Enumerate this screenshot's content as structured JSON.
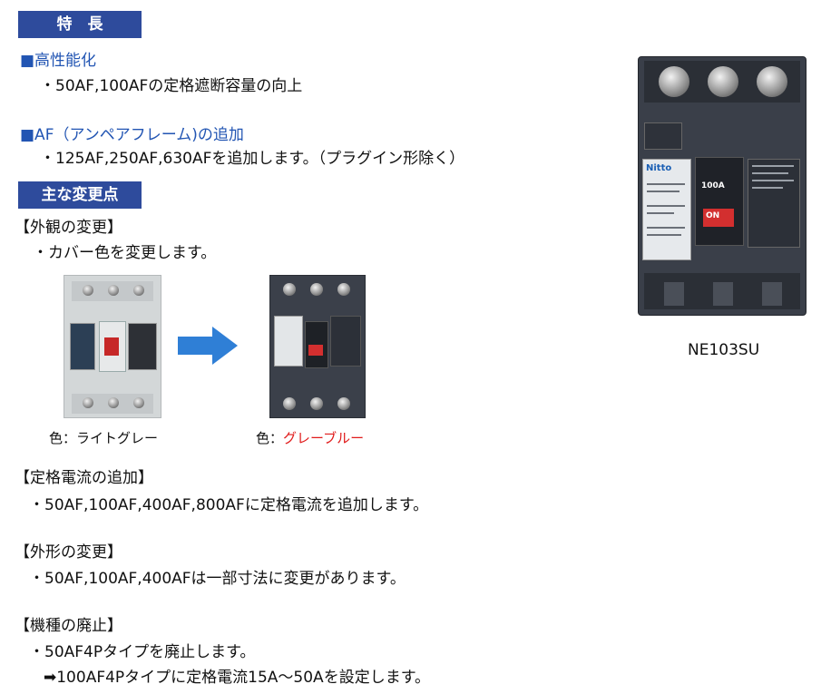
{
  "features": {
    "heading": "特　長",
    "item1": {
      "title": "■高性能化",
      "bullet": "・50AF,100AFの定格遮断容量の向上"
    },
    "item2": {
      "title": "■AF（アンペアフレーム)の追加",
      "bullet": "・125AF,250AF,630AFを追加します。（プラグイン形除く）"
    }
  },
  "changes": {
    "heading": "主な変更点",
    "appearance": {
      "title": "【外観の変更】",
      "bullet": "・カバー色を変更します。",
      "old_color_prefix": "色：",
      "old_color": "ライトグレー",
      "new_color_prefix": "色：",
      "new_color": "グレーブルー",
      "new_color_hex": "#e01b1b"
    },
    "rating": {
      "title": "【定格電流の追加】",
      "bullet": "・50AF,100AF,400AF,800AFに定格電流を追加します。"
    },
    "outline": {
      "title": "【外形の変更】",
      "bullet": "・50AF,100AF,400AFは一部寸法に変更があります。"
    },
    "discontinued": {
      "title": "【機種の廃止】",
      "bullet1": "・50AF4Pタイプを廃止します。",
      "bullet2": "➡100AF4Pタイプに定格電流15A～50Aを設定します。"
    }
  },
  "product": {
    "model": "NE103SU",
    "brand": "Nitto",
    "rating_label": "100A",
    "on_label": "ON"
  },
  "colors": {
    "heading_bg": "#2e4b9c",
    "accent_blue": "#2255b3",
    "arrow": "#2f7fd6",
    "breaker_new": "#3a3f4a",
    "breaker_old": "#cfd3d4"
  }
}
